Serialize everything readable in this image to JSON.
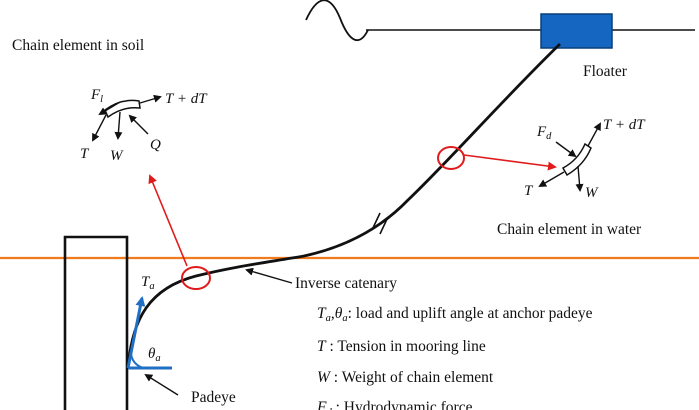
{
  "labels": {
    "chain_soil": "Chain element in soil",
    "floater": "Floater",
    "chain_water": "Chain element in water",
    "inverse_catenary": "Inverse catenary",
    "padeye": "Padeye"
  },
  "symbols": {
    "F": "F",
    "l": "l",
    "d": "d",
    "T": "T",
    "T_plus_dT": "T + dT",
    "W": "W",
    "Q": "Q",
    "a": "a",
    "theta": "θ"
  },
  "legend": [
    {
      "sym": "T",
      "sub": "a",
      "sym2": "θ",
      "sub2": "a",
      "sep": ",",
      "text": ": load and uplift angle at anchor padeye"
    },
    {
      "sym": "T",
      "text": " : Tension in mooring line"
    },
    {
      "sym": "W",
      "text": " : Weight of chain element"
    },
    {
      "sym": "F",
      "sub": "d",
      "text": " : Hydrodynamic force"
    }
  ],
  "colors": {
    "seabed": "#f07a1e",
    "floater": "#1566c0",
    "floater_border": "#0b3e78",
    "callout": "#e11b1b",
    "anchor_force": "#1f6fc4",
    "line": "#111111"
  }
}
